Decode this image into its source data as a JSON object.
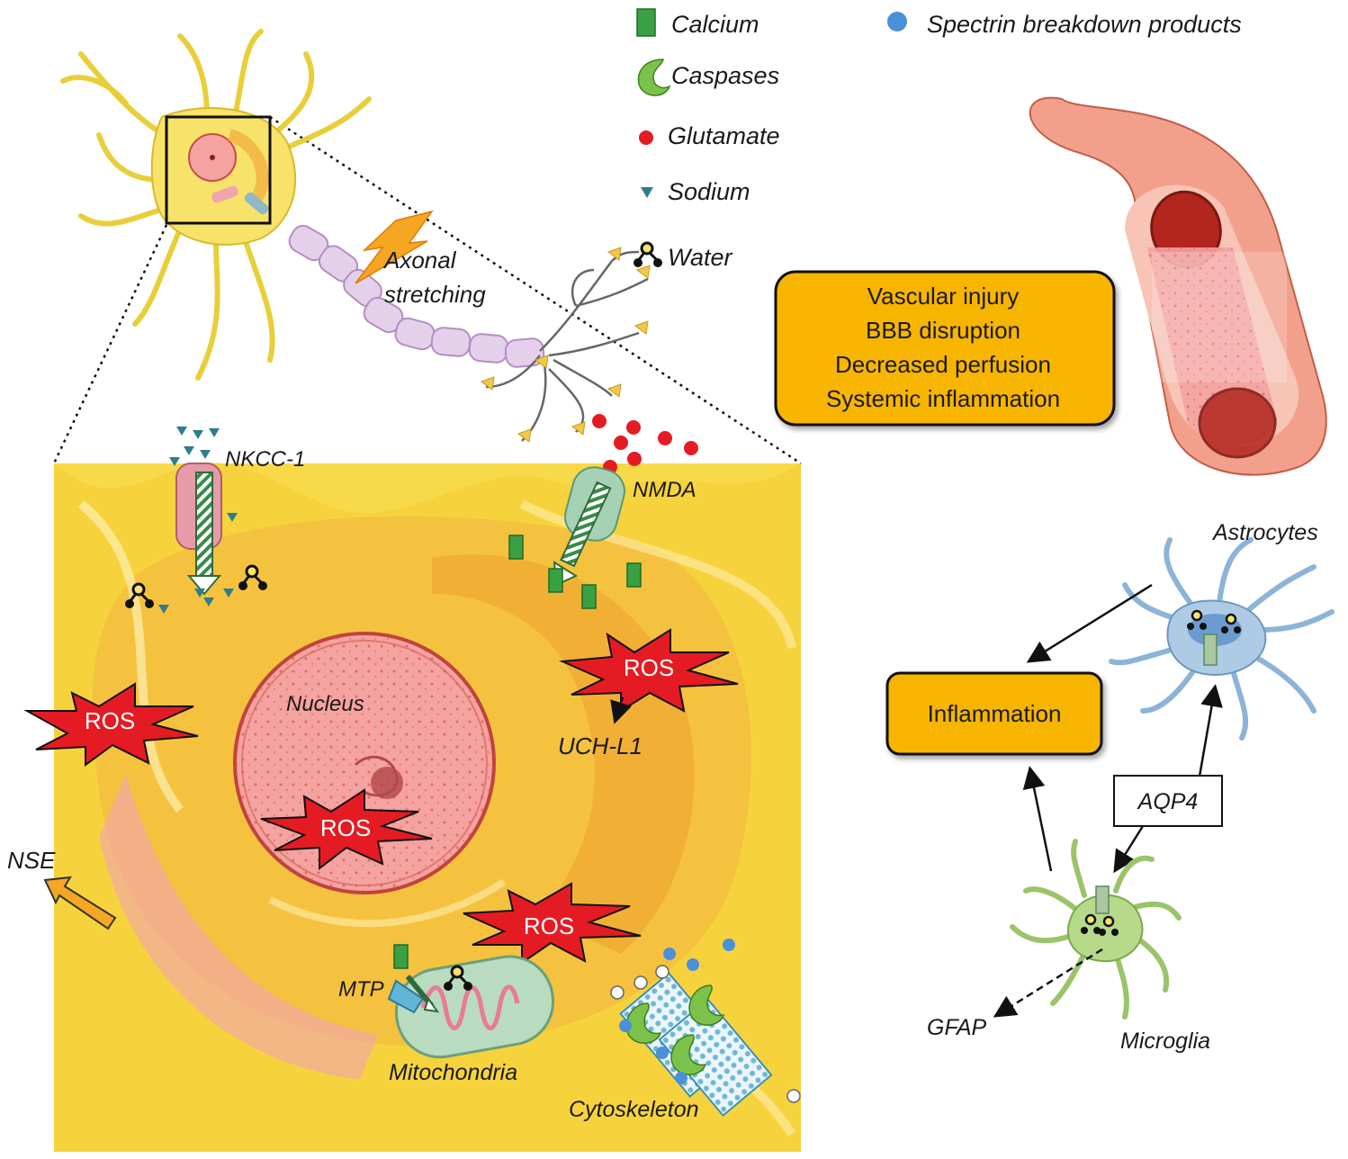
{
  "legend": {
    "calcium": "Calcium",
    "caspases": "Caspases",
    "glutamate": "Glutamate",
    "sodium": "Sodium",
    "water": "Water",
    "spectrin": "Spectrin breakdown products"
  },
  "neuron": {
    "axonal_stretching_1": "Axonal",
    "axonal_stretching_2": "stretching"
  },
  "cell": {
    "nkcc1": "NKCC-1",
    "nmda": "NMDA",
    "nucleus": "Nucleus",
    "uchl1": "UCH-L1",
    "nse": "NSE",
    "mtp": "MTP",
    "mitochondria": "Mitochondria",
    "cytoskeleton": "Cytoskeleton",
    "ros": "ROS"
  },
  "vascular_box": {
    "line1": "Vascular injury",
    "line2": "BBB disruption",
    "line3": "Decreased  perfusion",
    "line4": "Systemic inflammation"
  },
  "glia": {
    "astrocytes": "Astrocytes",
    "inflammation": "Inflammation",
    "aqp4": "AQP4",
    "microglia": "Microglia",
    "gfap": "GFAP"
  },
  "colors": {
    "calcium": "#3aa043",
    "caspase": "#7cc24a",
    "glutamate": "#e51b23",
    "sodium": "#2e7d8c",
    "spectrin": "#4a90d9",
    "ros_fill": "#e51b23",
    "orange_box": "#f7b500",
    "cell_yellow": "#f7d94a"
  }
}
